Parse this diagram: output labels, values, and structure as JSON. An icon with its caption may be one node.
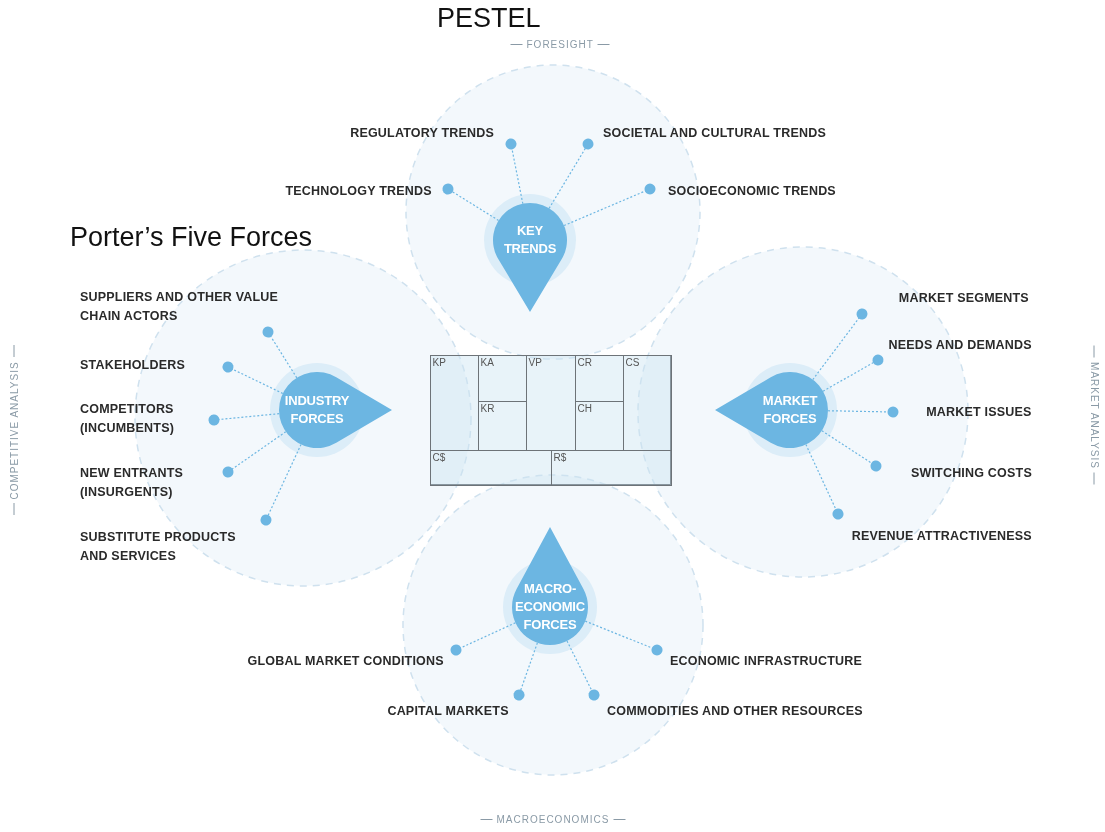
{
  "diagram": {
    "nodes": [
      {
        "text": [
          "KEY TRENDS"
        ]
      },
      {
        "text": [
          "REGULATORY TRENDS"
        ]
      },
      {
        "text": [
          "SOCIETAL AND CULTURAL TRENDS"
        ]
      },
      {
        "text": [
          "TECHNOLOGY TRENDS"
        ]
      },
      {
        "text": [
          "SOCIOECONOMIC TRENDS"
        ]
      },
      {
        "text": [
          "INDUSTRY FORCES"
        ]
      },
      {
        "text": [
          "SUPPLIERS AND OTHER VALUE CHAIN ACTORS"
        ]
      },
      {
        "text": [
          "STAKEHOLDERS"
        ]
      },
      {
        "text": [
          "COMPETITORS (INCUMBENTS)"
        ]
      },
      {
        "text": [
          "NEW ENTRANTS (INSURGENTS)"
        ]
      },
      {
        "text": [
          "SUBSTITUTE PRODUCTS AND SERVICES"
        ]
      },
      {
        "text": [],
        "shape": "box"
      },
      {
        "text": [
          "KP"
        ],
        "in": 11
      },
      {
        "text": [
          "KA"
        ],
        "in": 11
      },
      {
        "text": [
          "VP"
        ],
        "in": 11
      },
      {
        "text": [
          "CR"
        ],
        "in": 11
      },
      {
        "text": [
          "CS"
        ],
        "in": 11
      },
      {
        "text": [
          "KR"
        ],
        "in": 11
      },
      {
        "text": [
          "CH"
        ],
        "in": 11
      },
      {
        "text": [
          "C$"
        ],
        "in": 11
      },
      {
        "text": [
          "R$"
        ],
        "in": 11
      },
      {
        "text": [
          "MARKET FORCES"
        ]
      },
      {
        "text": [
          "MARKET SEGMENTS"
        ]
      },
      {
        "text": [
          "NEEDS AND DEMANDS"
        ]
      },
      {
        "text": [
          "MARKET ISSUES"
        ]
      },
      {
        "text": [
          "SWITCHING COSTS"
        ]
      },
      {
        "text": [
          "REVENUE ATTRACTIVENESS"
        ]
      },
      {
        "text": [
          "MACRO-ECONOMIC FORCES"
        ]
      },
      {
        "text": [
          "GLOBAL MARKET CONDITIONS"
        ]
      },
      {
        "text": [
          "ECONOMIC INFRASTRUCTURE"
        ]
      },
      {
        "text": [
          "CAPITAL MARKETS"
        ]
      },
      {
        "text": [
          "COMMODITIES AND OTHER RESOURCES"
        ]
      }
    ],
    "edges": [
      {
        "from": 0,
        "to": 1,
        "arrow": "other"
      },
      {
        "from": 0,
        "to": 2,
        "arrow": "other"
      },
      {
        "from": 0,
        "to": 3,
        "arrow": "other"
      },
      {
        "from": 0,
        "to": 4,
        "arrow": "other"
      },
      {
        "from": 5,
        "to": 6,
        "arrow": "other"
      },
      {
        "from": 5,
        "to": 7,
        "arrow": "other"
      },
      {
        "from": 5,
        "to": 8,
        "arrow": "other"
      },
      {
        "from": 5,
        "to": 9,
        "arrow": "other"
      },
      {
        "from": 5,
        "to": 10,
        "arrow": "other"
      },
      {
        "from": 21,
        "to": 22,
        "arrow": "other"
      },
      {
        "from": 21,
        "to": 23,
        "arrow": "other"
      },
      {
        "from": 21,
        "to": 24,
        "arrow": "other"
      },
      {
        "from": 21,
        "to": 25,
        "arrow": "other"
      },
      {
        "from": 21,
        "to": 26,
        "arrow": "other"
      },
      {
        "from": 27,
        "to": 28,
        "arrow": "other"
      },
      {
        "from": 27,
        "to": 29,
        "arrow": "other"
      },
      {
        "from": 27,
        "to": 30,
        "arrow": "other"
      },
      {
        "from": 27,
        "to": 31,
        "arrow": "other"
      }
    ],
    "labels": [
      "PESTEL",
      "FORESIGHT",
      "Porter’s Five Forces",
      "COMPETITIVE ANALYSIS",
      "MARKET ANALYSIS",
      "MACROECONOMICS"
    ]
  }
}
